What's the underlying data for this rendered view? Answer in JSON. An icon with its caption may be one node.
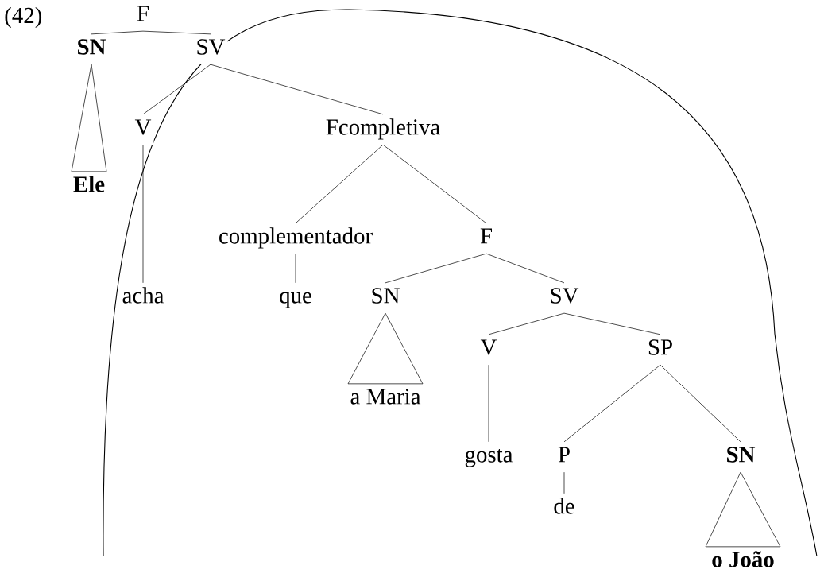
{
  "diagram": {
    "nodes": [
      {
        "text": [
          "F"
        ]
      },
      {
        "text": [
          "SN"
        ]
      },
      {
        "text": [
          "SV"
        ]
      },
      {
        "text": [
          "Ele"
        ]
      },
      {
        "text": [
          "V"
        ]
      },
      {
        "text": [
          "Fcompletiva"
        ]
      },
      {
        "text": [
          "acha"
        ]
      },
      {
        "text": [
          "complementador"
        ]
      },
      {
        "text": [
          "F"
        ]
      },
      {
        "text": [
          "que"
        ]
      },
      {
        "text": [
          "SN"
        ]
      },
      {
        "text": [
          "SV"
        ]
      },
      {
        "text": [
          "a Maria"
        ]
      },
      {
        "text": [
          "V"
        ]
      },
      {
        "text": [
          "SP"
        ]
      },
      {
        "text": [
          "gosta"
        ]
      },
      {
        "text": [
          "P"
        ]
      },
      {
        "text": [
          "SN"
        ]
      },
      {
        "text": [
          "de"
        ]
      },
      {
        "text": [
          "o João"
        ]
      }
    ],
    "edges": [
      {
        "from": 0,
        "to": 1,
        "arrow": "none"
      },
      {
        "from": 0,
        "to": 2,
        "arrow": "none"
      },
      {
        "from": 1,
        "to": 3,
        "arrow": "none"
      },
      {
        "from": 2,
        "to": 4,
        "arrow": "none"
      },
      {
        "from": 2,
        "to": 5,
        "arrow": "none"
      },
      {
        "from": 4,
        "to": 6,
        "arrow": "none"
      },
      {
        "from": 5,
        "to": 7,
        "arrow": "none"
      },
      {
        "from": 5,
        "to": 8,
        "arrow": "none"
      },
      {
        "from": 7,
        "to": 9,
        "arrow": "none"
      },
      {
        "from": 8,
        "to": 10,
        "arrow": "none"
      },
      {
        "from": 8,
        "to": 11,
        "arrow": "none"
      },
      {
        "from": 10,
        "to": 12,
        "arrow": "none"
      },
      {
        "from": 11,
        "to": 13,
        "arrow": "none"
      },
      {
        "from": 11,
        "to": 14,
        "arrow": "none"
      },
      {
        "from": 13,
        "to": 15,
        "arrow": "none"
      },
      {
        "from": 14,
        "to": 16,
        "arrow": "none"
      },
      {
        "from": 14,
        "to": 17,
        "arrow": "none"
      },
      {
        "from": 16,
        "to": 18,
        "arrow": "none"
      },
      {
        "from": 17,
        "to": 19,
        "arrow": "none"
      }
    ],
    "labels": [
      "(42)"
    ]
  }
}
